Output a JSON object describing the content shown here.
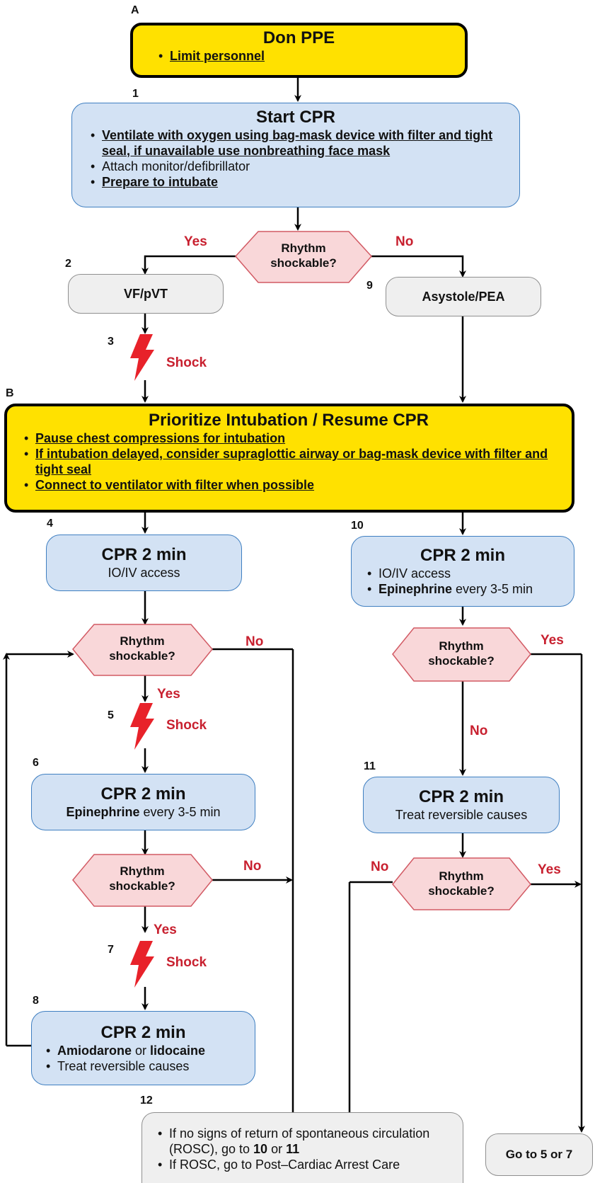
{
  "labels": {
    "A": "A",
    "B": "B",
    "n1": "1",
    "n2": "2",
    "n3": "3",
    "n4": "4",
    "n5": "5",
    "n6": "6",
    "n7": "7",
    "n8": "8",
    "n9": "9",
    "n10": "10",
    "n11": "11",
    "n12": "12"
  },
  "don_ppe": {
    "title": "Don PPE",
    "bullet": "Limit personnel"
  },
  "start_cpr": {
    "title": "Start CPR",
    "bullet1": "Ventilate with oxygen using bag-mask device with filter and tight seal, if unavailable use nonbreathing face mask",
    "bullet2": "Attach monitor/defibrillator",
    "bullet3": "Prepare to intubate"
  },
  "rhythm": {
    "line1": "Rhythm",
    "line2": "shockable?"
  },
  "yes": "Yes",
  "no": "No",
  "shock": "Shock",
  "vf": "VF/pVT",
  "asystole": "Asystole/PEA",
  "intubation": {
    "title": "Prioritize Intubation / Resume CPR",
    "bullet1": "Pause chest compressions for intubation",
    "bullet2": "If intubation delayed, consider supraglottic airway or bag-mask device with filter and tight seal",
    "bullet3": "Connect to ventilator with filter when possible"
  },
  "cpr4": {
    "title": "CPR 2 min",
    "line": "IO/IV access"
  },
  "cpr10": {
    "title": "CPR 2 min",
    "bullet1": "IO/IV access",
    "bullet2_bold": "Epinephrine",
    "bullet2_rest": " every 3-5 min"
  },
  "cpr6": {
    "title": "CPR 2 min",
    "line_bold": "Epinephrine",
    "line_rest": " every 3-5 min"
  },
  "cpr11": {
    "title": "CPR 2 min",
    "line": "Treat reversible causes"
  },
  "cpr8": {
    "title": "CPR 2 min",
    "b1_bold1": "Amiodarone",
    "b1_mid": " or ",
    "b1_bold2": "lidocaine",
    "bullet2": "Treat reversible causes"
  },
  "box12": {
    "b1_pre": "If no signs of return of spontaneous circulation (ROSC), go to ",
    "b1_10": "10",
    "b1_or": " or ",
    "b1_11": "11",
    "bullet2": "If ROSC, go to Post–Cardiac Arrest Care"
  },
  "goto": "Go to 5 or 7",
  "colors": {
    "yellow": "#ffe100",
    "blue": "#d3e2f4",
    "diamond": "#f9d7d9",
    "red": "#c8202f",
    "gray": "#efefef"
  }
}
